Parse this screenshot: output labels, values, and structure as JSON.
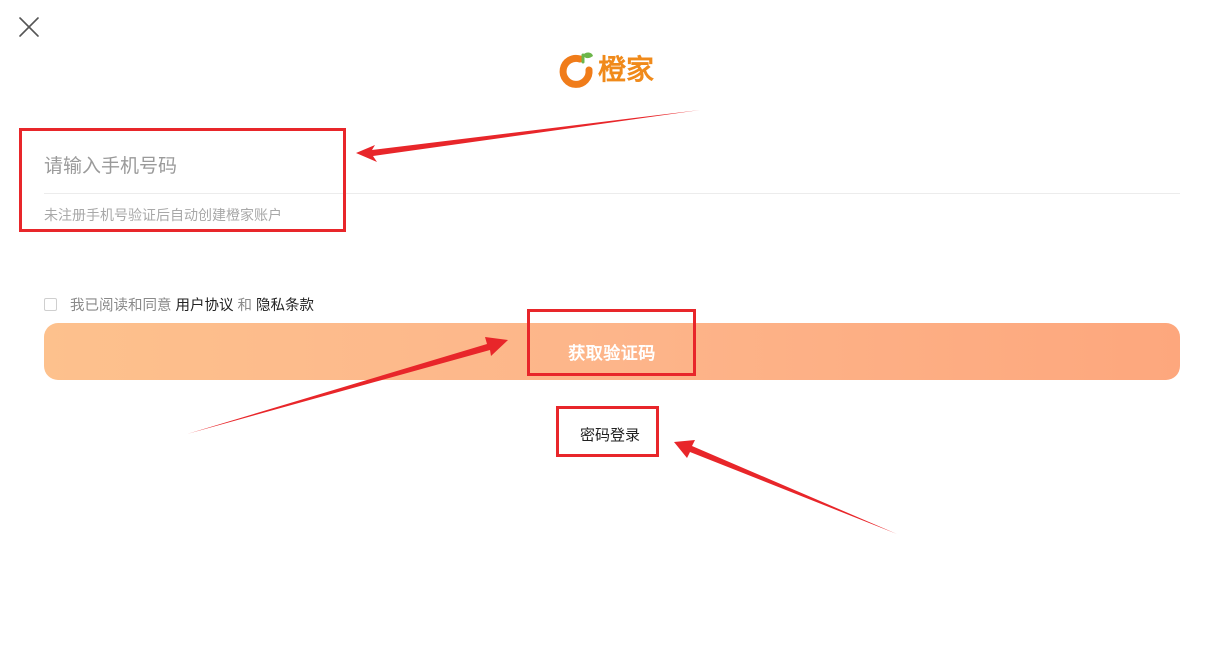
{
  "login": {
    "brand_name": "橙家",
    "phone_placeholder": "请输入手机号码",
    "phone_value": "",
    "hint": "未注册手机号验证后自动创建橙家账户",
    "agreement": {
      "prefix": "我已阅读和同意",
      "user_agreement": "用户协议",
      "conjunction": "和",
      "privacy_policy": "隐私条款",
      "checked": false
    },
    "get_code_label": "获取验证码",
    "password_login_label": "密码登录"
  },
  "colors": {
    "brand_orange": "#f08a1a",
    "button_gradient_start": "#fdc18d",
    "button_gradient_end": "#fda77d",
    "annotation_red": "#e8262a"
  },
  "icons": {
    "close": "close-icon",
    "logo": "chengjia-logo-icon"
  }
}
